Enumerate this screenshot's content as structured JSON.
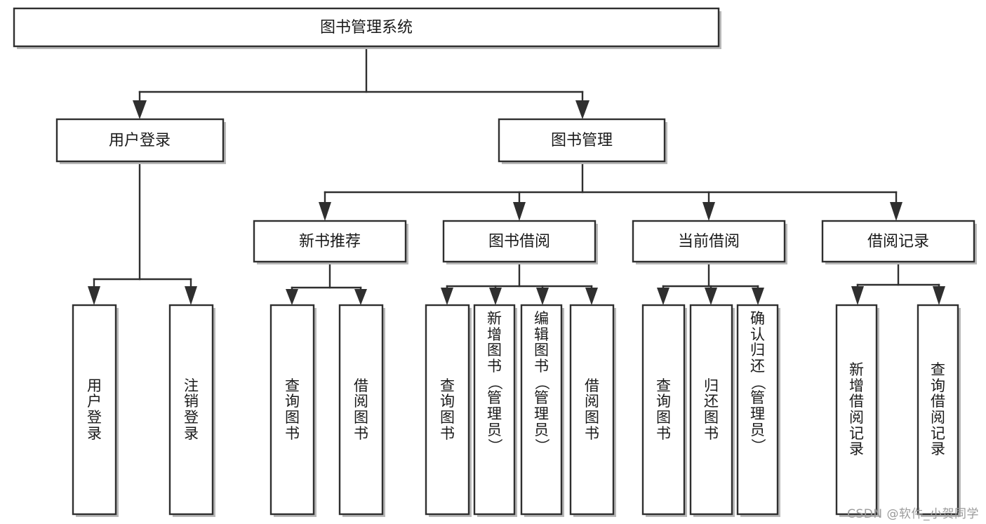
{
  "diagram": {
    "type": "tree-hierarchy",
    "title": "图书管理系统",
    "watermark": "CSDN @软件_小贺同学",
    "colors": {
      "stroke": "#2f2f2f",
      "fill": "#ffffff",
      "text": "#1a1a1a",
      "shadow": "#b8b8b8",
      "watermark": "#9b9b9b"
    },
    "levels": {
      "level1": [
        "图书管理系统"
      ],
      "level2": [
        "用户登录",
        "图书管理"
      ],
      "level3": [
        "新书推荐",
        "图书借阅",
        "当前借阅",
        "借阅记录"
      ],
      "level4": [
        "用户登录",
        "注销登录",
        "查询图书",
        "借阅图书",
        "查询图书",
        "新增图书（管理员）",
        "编辑图书（管理员）",
        "借阅图书",
        "查询图书",
        "归还图书",
        "确认归还（管理员）",
        "新增借阅记录",
        "查询借阅记录"
      ]
    },
    "nodes": {
      "root": {
        "label": "图书管理系统"
      },
      "user_login": {
        "label": "用户登录"
      },
      "book_mgmt": {
        "label": "图书管理"
      },
      "new_book_rec": {
        "label": "新书推荐"
      },
      "book_borrow": {
        "label": "图书借阅"
      },
      "current_borrow": {
        "label": "当前借阅"
      },
      "borrow_record": {
        "label": "借阅记录"
      }
    },
    "leaves": {
      "user_login_leaf": {
        "label": "用户登录",
        "chars": [
          "用",
          "户",
          "登",
          "录"
        ]
      },
      "logout_leaf": {
        "label": "注销登录",
        "chars": [
          "注",
          "销",
          "登",
          "录"
        ]
      },
      "nb_query": {
        "label": "查询图书",
        "chars": [
          "查",
          "询",
          "图",
          "书"
        ]
      },
      "nb_borrow": {
        "label": "借阅图书",
        "chars": [
          "借",
          "阅",
          "图",
          "书"
        ]
      },
      "bb_query": {
        "label": "查询图书",
        "chars": [
          "查",
          "询",
          "图",
          "书"
        ]
      },
      "bb_add": {
        "label": "新增图书（管理员）",
        "chars": [
          "新",
          "增",
          "图",
          "书",
          "（",
          "管",
          "理",
          "员",
          "）"
        ]
      },
      "bb_edit": {
        "label": "编辑图书（管理员）",
        "chars": [
          "编",
          "辑",
          "图",
          "书",
          "（",
          "管",
          "理",
          "员",
          "）"
        ]
      },
      "bb_borrow": {
        "label": "借阅图书",
        "chars": [
          "借",
          "阅",
          "图",
          "书"
        ]
      },
      "cb_query": {
        "label": "查询图书",
        "chars": [
          "查",
          "询",
          "图",
          "书"
        ]
      },
      "cb_return": {
        "label": "归还图书",
        "chars": [
          "归",
          "还",
          "图",
          "书"
        ]
      },
      "cb_confirm": {
        "label": "确认归还（管理员）",
        "chars": [
          "确",
          "认",
          "归",
          "还",
          "（",
          "管",
          "理",
          "员",
          "）"
        ]
      },
      "br_add": {
        "label": "新增借阅记录",
        "chars": [
          "新",
          "增",
          "借",
          "阅",
          "记",
          "录"
        ]
      },
      "br_query": {
        "label": "查询借阅记录",
        "chars": [
          "查",
          "询",
          "借",
          "阅",
          "记",
          "录"
        ]
      }
    },
    "edges": [
      {
        "from": "图书管理系统",
        "to": "用户登录"
      },
      {
        "from": "图书管理系统",
        "to": "图书管理"
      },
      {
        "from": "用户登录",
        "to": "用户登录"
      },
      {
        "from": "用户登录",
        "to": "注销登录"
      },
      {
        "from": "图书管理",
        "to": "新书推荐"
      },
      {
        "from": "图书管理",
        "to": "图书借阅"
      },
      {
        "from": "图书管理",
        "to": "当前借阅"
      },
      {
        "from": "图书管理",
        "to": "借阅记录"
      },
      {
        "from": "新书推荐",
        "to": "查询图书"
      },
      {
        "from": "新书推荐",
        "to": "借阅图书"
      },
      {
        "from": "图书借阅",
        "to": "查询图书"
      },
      {
        "from": "图书借阅",
        "to": "新增图书（管理员）"
      },
      {
        "from": "图书借阅",
        "to": "编辑图书（管理员）"
      },
      {
        "from": "图书借阅",
        "to": "借阅图书"
      },
      {
        "from": "当前借阅",
        "to": "查询图书"
      },
      {
        "from": "当前借阅",
        "to": "归还图书"
      },
      {
        "from": "当前借阅",
        "to": "确认归还（管理员）"
      },
      {
        "from": "借阅记录",
        "to": "新增借阅记录"
      },
      {
        "from": "借阅记录",
        "to": "查询借阅记录"
      }
    ]
  }
}
